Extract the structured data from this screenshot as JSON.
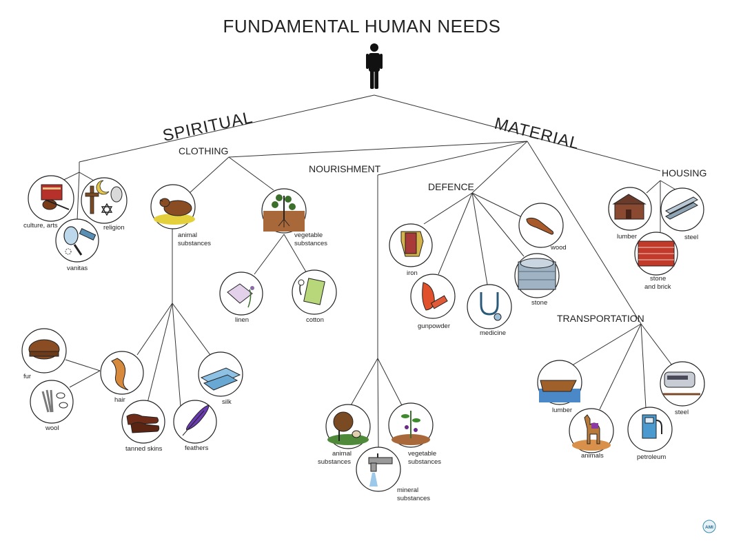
{
  "title": "FUNDAMENTAL HUMAN NEEDS",
  "branches": {
    "spiritual": "SPIRITUAL",
    "material": "MATERIAL"
  },
  "categories": {
    "clothing": "CLOTHING",
    "nourishment": "NOURISHMENT",
    "defence": "DEFENCE",
    "housing": "HOUSING",
    "transportation": "TRANSPORTATION"
  },
  "labels": {
    "culture_arts": "culture, arts",
    "religion": "religion",
    "vanitas": "vanitas",
    "animal_substances_clothing_1": "animal",
    "animal_substances_clothing_2": "substances",
    "vegetable_substances_clothing_1": "vegetable",
    "vegetable_substances_clothing_2": "substances",
    "linen": "linen",
    "cotton": "cotton",
    "fur": "fur",
    "wool": "wool",
    "hair": "hair",
    "tanned_skins": "tanned skins",
    "feathers": "feathers",
    "silk": "silk",
    "animal_substances_food_1": "animal",
    "animal_substances_food_2": "substances",
    "vegetable_substances_food_1": "vegetable",
    "vegetable_substances_food_2": "substances",
    "mineral_substances_1": "mineral",
    "mineral_substances_2": "substances",
    "iron": "iron",
    "gunpowder": "gunpowder",
    "medicine": "medicine",
    "stone_defence": "stone",
    "wood": "wood",
    "lumber_housing": "lumber",
    "steel_housing": "steel",
    "stone_and_brick_1": "stone",
    "stone_and_brick_2": "and brick",
    "lumber_transport": "lumber",
    "animals": "animals",
    "petroleum": "petroleum",
    "steel_transport": "steel"
  },
  "logo": {
    "text": "AMI"
  },
  "icons": {
    "person": "person-silhouette-icon",
    "culture": "book-violin-icon",
    "religion": "cross-moon-star-icon",
    "vanitas": "mirror-brush-icon",
    "animal_clothing": "cow-lying-icon",
    "vegetable_clothing": "plant-roots-icon",
    "linen": "linen-cloth-icon",
    "cotton": "cotton-plant-icon",
    "fur": "fur-hat-icon",
    "wool": "wool-sheep-icon",
    "hair": "hair-lock-icon",
    "tanned_skins": "leather-shoe-icon",
    "feathers": "feather-icon",
    "silk": "silk-roll-icon",
    "animal_food": "cow-grazing-icon",
    "vegetable_food": "vegetable-plant-icon",
    "mineral_food": "water-tap-icon",
    "iron": "armor-icon",
    "gunpowder": "fire-cartridge-icon",
    "medicine": "stethoscope-icon",
    "stone": "stone-tower-icon",
    "wood": "wooden-club-icon",
    "lumber_house": "log-cabin-icon",
    "steel_house": "steel-beam-icon",
    "brick": "brick-wall-icon",
    "boat": "boat-icon",
    "camel": "camel-icon",
    "petrol": "fuel-pump-icon",
    "train": "train-icon"
  }
}
